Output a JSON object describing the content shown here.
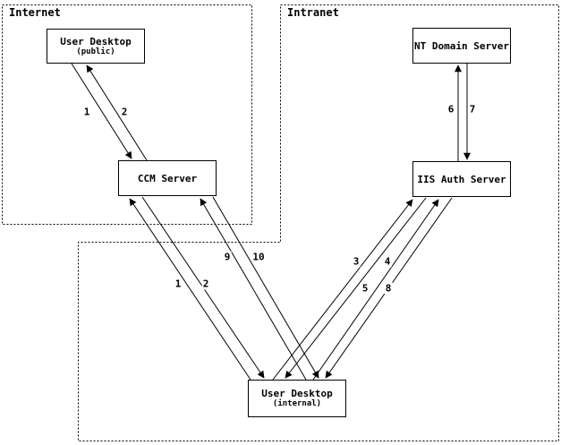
{
  "diagram": {
    "zones": {
      "internet": {
        "label": "Internet"
      },
      "intranet": {
        "label": "Intranet"
      }
    },
    "nodes": {
      "user_public": {
        "title": "User Desktop",
        "subtitle": "(public)"
      },
      "ccm": {
        "title": "CCM Server"
      },
      "nt": {
        "title": "NT Domain Server"
      },
      "iis": {
        "title": "IIS Auth Server"
      },
      "user_internal": {
        "title": "User Desktop",
        "subtitle": "(internal)"
      }
    },
    "edges": {
      "e1_public": {
        "label": "1",
        "from": "User Desktop (public)",
        "to": "CCM Server"
      },
      "e2_public": {
        "label": "2",
        "from": "CCM Server",
        "to": "User Desktop (public)"
      },
      "e1_internal": {
        "label": "1",
        "from": "User Desktop (internal)",
        "to": "CCM Server"
      },
      "e2_internal": {
        "label": "2",
        "from": "CCM Server",
        "to": "User Desktop (internal)"
      },
      "e3": {
        "label": "3",
        "from": "User Desktop (internal)",
        "to": "IIS Auth Server"
      },
      "e4": {
        "label": "4",
        "from": "IIS Auth Server",
        "to": "User Desktop (internal)"
      },
      "e5": {
        "label": "5",
        "from": "User Desktop (internal)",
        "to": "IIS Auth Server"
      },
      "e6": {
        "label": "6",
        "from": "IIS Auth Server",
        "to": "NT Domain Server"
      },
      "e7": {
        "label": "7",
        "from": "NT Domain Server",
        "to": "IIS Auth Server"
      },
      "e8": {
        "label": "8",
        "from": "IIS Auth Server",
        "to": "User Desktop (internal)"
      },
      "e9": {
        "label": "9",
        "from": "User Desktop (internal)",
        "to": "CCM Server"
      },
      "e10": {
        "label": "10",
        "from": "CCM Server",
        "to": "User Desktop (internal)"
      }
    }
  }
}
